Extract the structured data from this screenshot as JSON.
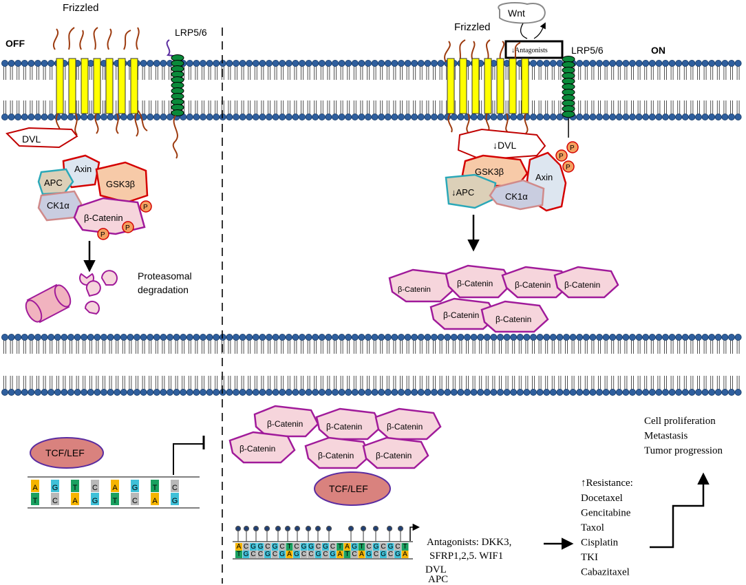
{
  "off_panel": {
    "state_label": "OFF",
    "frizzled_label": "Frizzled",
    "lrp_label": "LRP5/6",
    "dvl_label": "DVL",
    "axin_label": "Axin",
    "apc_label": "APC",
    "gsk_label": "GSK3β",
    "ck1_label": "CK1α",
    "catenin_label": "β-Catenin",
    "phospho_label": "P",
    "degradation_line1": "Proteasomal",
    "degradation_line2": "degradation",
    "tcf_label": "TCF/LEF",
    "dna_top": [
      "A",
      "G",
      "T",
      "C",
      "A",
      "G",
      "T",
      "C"
    ],
    "dna_bottom": [
      "T",
      "C",
      "A",
      "G",
      "T",
      "C",
      "A",
      "G"
    ]
  },
  "on_panel": {
    "state_label": "ON",
    "wnt_label": "Wnt",
    "antagonists_box": "↓Antagonists",
    "frizzled_label": "Frizzled",
    "lrp_label": "LRP5/6",
    "dvl_label": "↓DVL",
    "gsk_label": "GSK3β",
    "axin_label": "Axin",
    "apc_label": "↓APC",
    "ck1_label": "CK1α",
    "phospho_label": "P",
    "catenin_label": "β-Catenin",
    "tcf_label": "TCF/LEF",
    "dna_top": "ACGGCGCTCGGCGCTAGTCGCGCT",
    "dna_bottom": "TGCCGCGAGCCGCGATCAGCGCGA",
    "antagonists_text": [
      "Antagonists: DKK3,",
      "SFRP1,2,5. WIF1",
      "DVL",
      "APC"
    ],
    "resistance_title": "↑Resistance:",
    "resistance_drugs": [
      "Docetaxel",
      "Gencitabine",
      "Taxol",
      "Cisplatin",
      "TKI",
      "Cabazitaxel"
    ],
    "outcomes": [
      "Cell proliferation",
      "Metastasis",
      "Tumor progression"
    ]
  },
  "colors": {
    "membrane_head": "#2f5f9e",
    "frizzled_fill": "#ffff00",
    "receptor_outline": "#9c3a0e",
    "lrp_fill": "#0a8a3a",
    "red_outline": "#d40000",
    "catenin_fill": "#f6d5dc",
    "catenin_outline": "#a01a9a",
    "phospho_fill": "#f4a060",
    "tcf_fill": "#d9827e"
  }
}
